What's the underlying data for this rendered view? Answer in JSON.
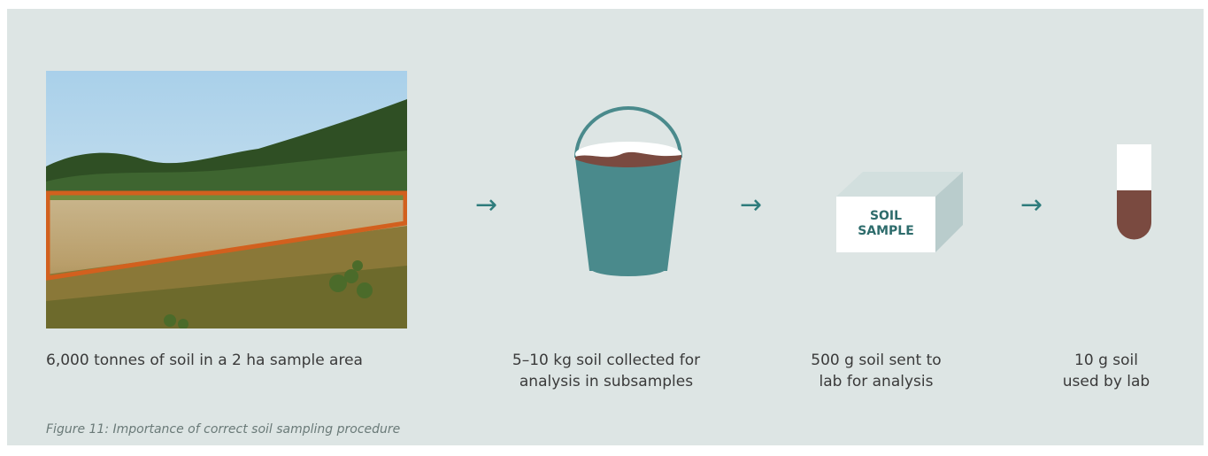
{
  "steps": [
    {
      "icon": "field-photo",
      "caption": "6,000 tonnes of soil in a 2 ha sample area"
    },
    {
      "icon": "bucket-icon",
      "caption": "5–10 kg soil collected for\nanalysis in subsamples"
    },
    {
      "icon": "sample-box-icon",
      "caption": "500 g soil sent to\nlab for analysis",
      "box_label_line1": "SOIL",
      "box_label_line2": "SAMPLE"
    },
    {
      "icon": "test-tube-icon",
      "caption": "10 g soil\nused by lab"
    }
  ],
  "arrows": [
    "→",
    "→",
    "→"
  ],
  "figure_caption": "Figure 11: Importance of correct soil sampling procedure",
  "colors": {
    "panel": "#dde5e4",
    "teal": "#4a8a8c",
    "arrow": "#2e7c7c",
    "soil": "#7a4a40",
    "highlight": "#d2601e",
    "box_side": "#b9cccc"
  }
}
